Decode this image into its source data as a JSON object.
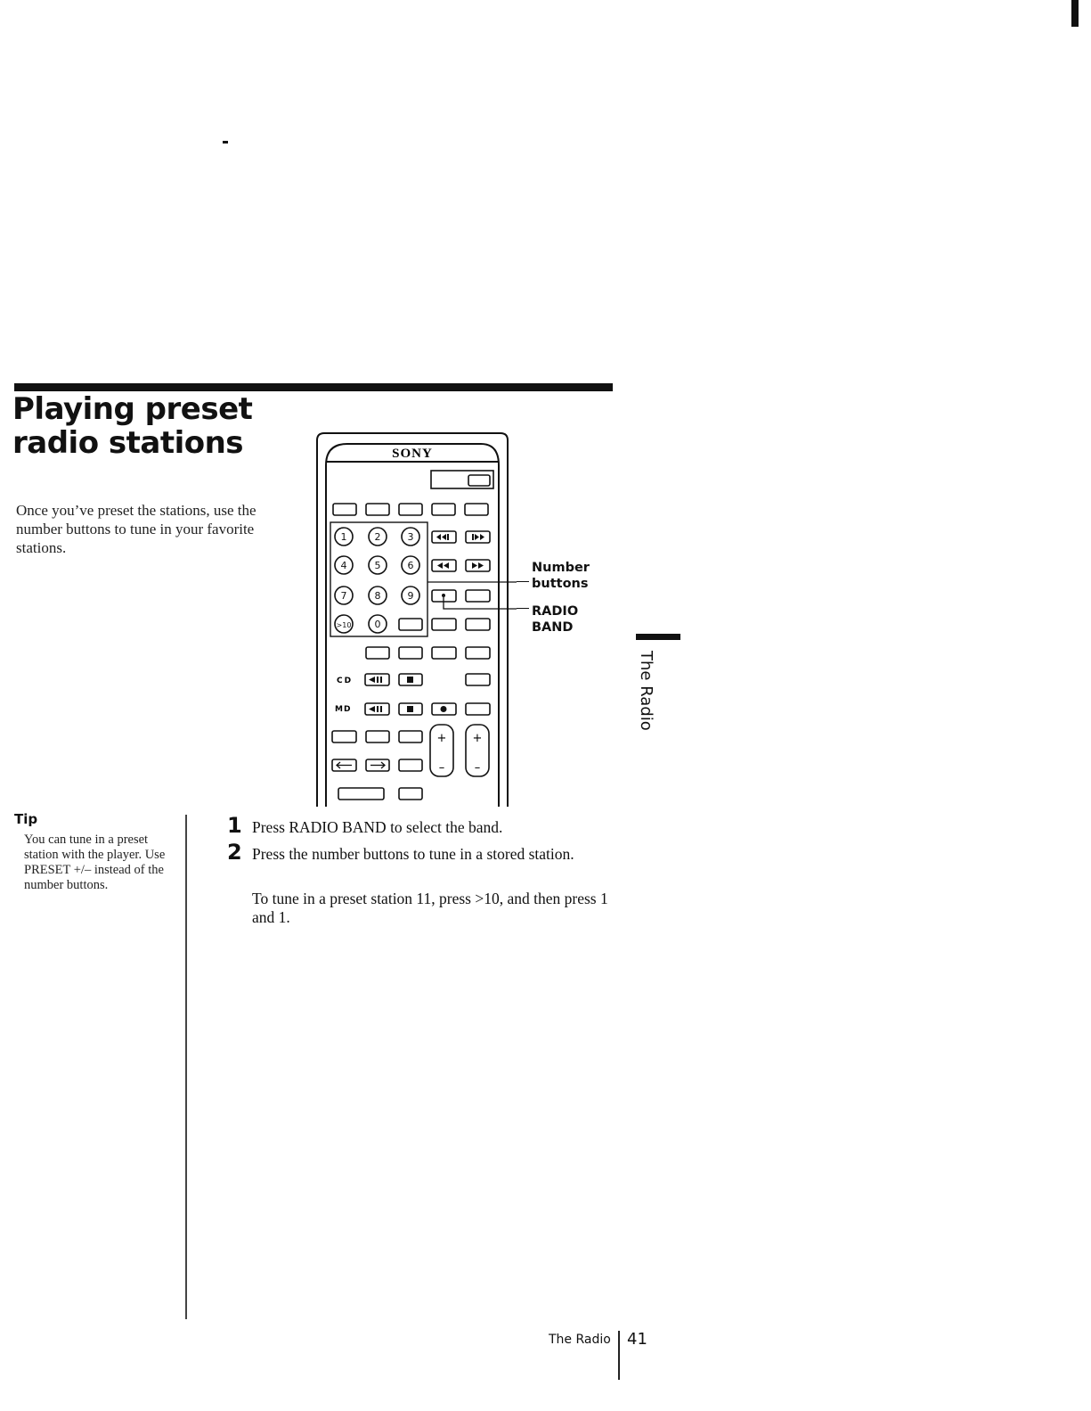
{
  "title": {
    "line1": "Playing preset",
    "line2": "radio stations"
  },
  "intro": "Once you’ve preset the stations, use the number buttons to tune in your favorite stations.",
  "remote": {
    "brand": "SONY",
    "number_keys": [
      "1",
      "2",
      "3",
      "4",
      "5",
      "6",
      "7",
      "8",
      "9",
      ">10",
      "0"
    ],
    "cd_label": "CD",
    "md_label": "MD",
    "plus": "+",
    "minus": "–"
  },
  "callouts": {
    "number_buttons": [
      "Number",
      "buttons"
    ],
    "radio_band": [
      "RADIO",
      "BAND"
    ]
  },
  "tip": {
    "heading": "Tip",
    "body": "You can tune in a preset station with the player. Use PRESET +/– instead of the number buttons."
  },
  "steps": [
    {
      "num": "1",
      "text": "Press RADIO BAND to select the band."
    },
    {
      "num": "2",
      "text": "Press the number buttons to tune in a stored station."
    }
  ],
  "note": "To tune in a preset station 11, press >10, and then press 1 and 1.",
  "side_tab": "The Radio",
  "footer": {
    "section": "The Radio",
    "page": "41"
  }
}
